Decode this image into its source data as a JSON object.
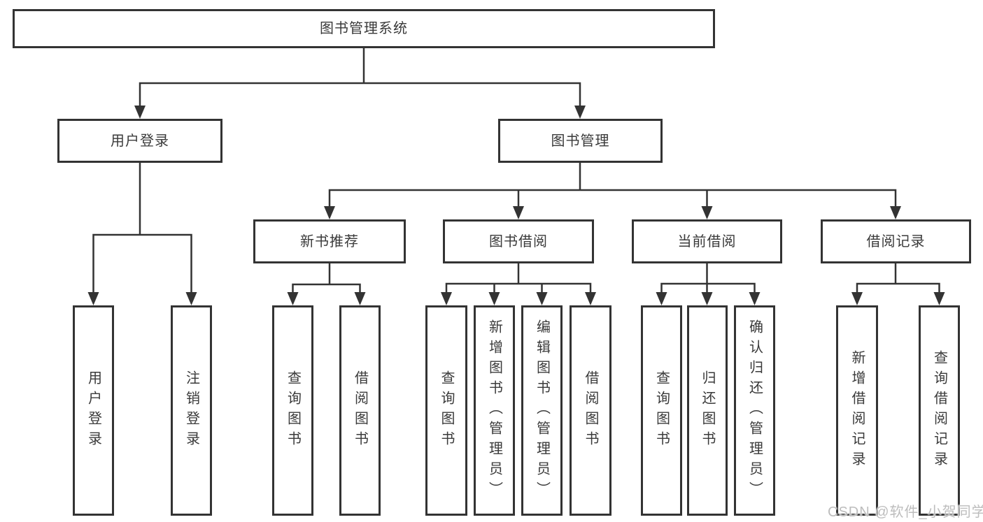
{
  "colors": {
    "line": "#333333",
    "text": "#3a3a3a",
    "watermark": "#bdbdbd",
    "bg": "#ffffff"
  },
  "watermark": {
    "text": "CSDN @软件_小贺同学"
  },
  "nodes": {
    "root": {
      "label": "图书管理系统"
    },
    "level2": [
      {
        "label": "用户登录"
      },
      {
        "label": "图书管理"
      }
    ],
    "level3": [
      {
        "label": "新书推荐",
        "parent": "图书管理"
      },
      {
        "label": "图书借阅",
        "parent": "图书管理"
      },
      {
        "label": "当前借阅",
        "parent": "图书管理"
      },
      {
        "label": "借阅记录",
        "parent": "图书管理"
      }
    ],
    "leaves": [
      {
        "label": "用户登录",
        "parent": "用户登录"
      },
      {
        "label": "注销登录",
        "parent": "用户登录"
      },
      {
        "label": "查询图书",
        "parent": "新书推荐"
      },
      {
        "label": "借阅图书",
        "parent": "新书推荐"
      },
      {
        "label": "查询图书",
        "parent": "图书借阅"
      },
      {
        "label": "新增图书（管理员）",
        "parent": "图书借阅"
      },
      {
        "label": "编辑图书（管理员）",
        "parent": "图书借阅"
      },
      {
        "label": "借阅图书",
        "parent": "图书借阅"
      },
      {
        "label": "查询图书",
        "parent": "当前借阅"
      },
      {
        "label": "归还图书",
        "parent": "当前借阅"
      },
      {
        "label": "确认归还（管理员）",
        "parent": "当前借阅"
      },
      {
        "label": "新增借阅记录",
        "parent": "借阅记录"
      },
      {
        "label": "查询借阅记录",
        "parent": "借阅记录"
      }
    ]
  }
}
